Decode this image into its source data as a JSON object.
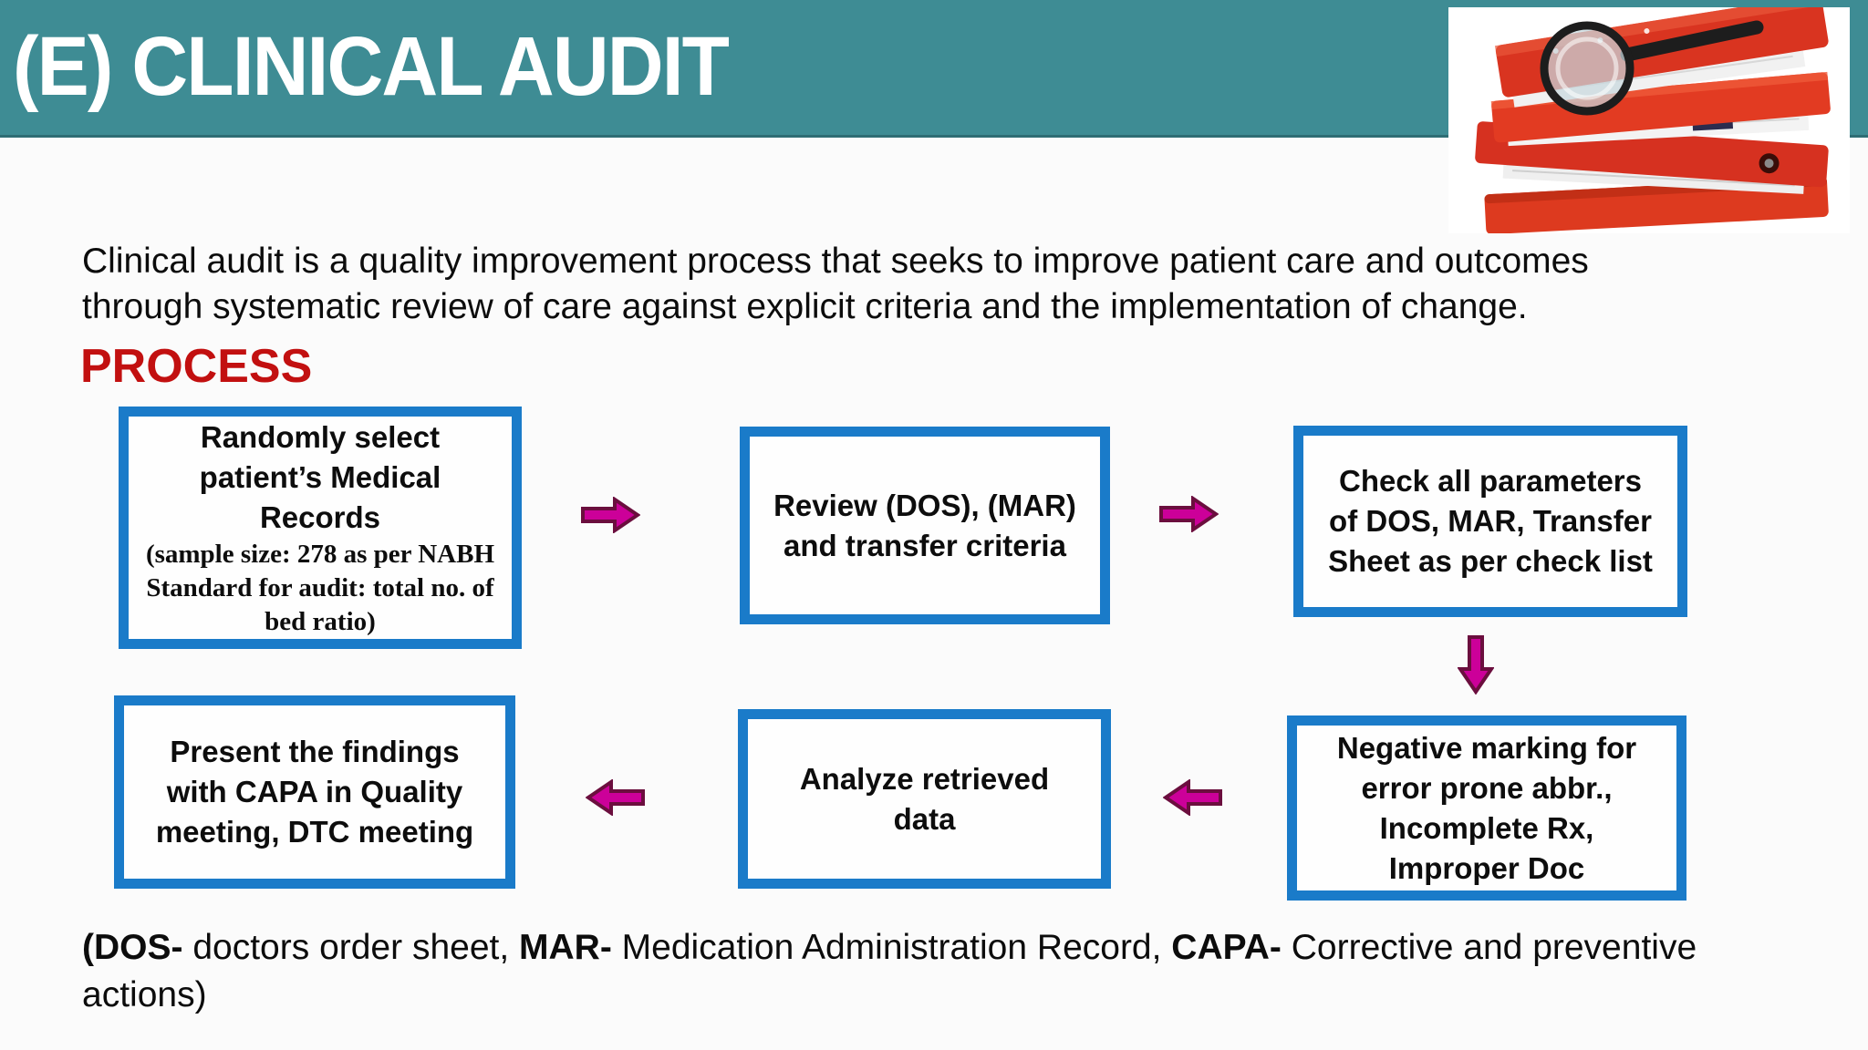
{
  "slide": {
    "title": "(E) CLINICAL AUDIT",
    "intro_lines": [
      "Clinical audit is a quality improvement process that seeks to improve patient care and outcomes",
      "through systematic review of care against explicit criteria and the implementation of change."
    ],
    "process_heading": "PROCESS",
    "footer": {
      "line1_parts": [
        {
          "t": "(DOS-"
        },
        {
          "t": " doctors order sheet, "
        },
        {
          "t": "MAR-"
        },
        {
          "t": " Medication Administration Record, "
        },
        {
          "t": "CAPA-"
        },
        {
          "t": " Corrective and preventive"
        }
      ],
      "line2": "actions)"
    }
  },
  "flowchart": {
    "boxes": [
      {
        "id": "step-1",
        "lines": [
          "Randomly select",
          "patient’s Medical",
          "Records"
        ],
        "note_lines": [
          "(sample size: 278 as per NABH",
          "Standard for audit: total no. of",
          "bed ratio)"
        ]
      },
      {
        "id": "step-2",
        "lines": [
          "Review (DOS), (MAR)",
          "and transfer criteria"
        ]
      },
      {
        "id": "step-3",
        "lines": [
          "Check all parameters",
          "of DOS, MAR, Transfer",
          "Sheet as per check list"
        ]
      },
      {
        "id": "step-4",
        "lines": [
          "Present the findings",
          "with CAPA in Quality",
          "meeting, DTC meeting"
        ]
      },
      {
        "id": "step-5",
        "lines": [
          "Analyze retrieved",
          "data"
        ]
      },
      {
        "id": "step-6",
        "lines": [
          "Negative marking for",
          "error prone abbr.,",
          "Incomplete Rx,",
          "Improper Doc"
        ]
      }
    ]
  },
  "colors": {
    "header_teal": "#3e8c94",
    "box_border_blue": "#1a7bc9",
    "arrow_magenta": "#cc0099",
    "arrow_outline": "#6b0e3e",
    "process_red": "#c21010",
    "binder_red": "#d93420"
  }
}
